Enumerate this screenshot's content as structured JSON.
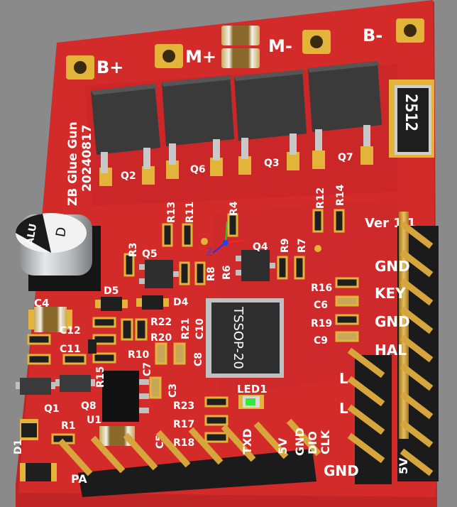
{
  "board": {
    "title": "ZB Glue Gun",
    "date": "20240817",
    "version": "Ver 1.1",
    "colors": {
      "background": "#8a8a8a",
      "pcb": "#d32a2a",
      "pcb_dark": "#b51f20",
      "pad_gold": "#e3b43a",
      "silkscreen": "#ffffff",
      "ic_body": "#2f2f2f",
      "header_black": "#1b1b1b",
      "pin_gold": "#d6a53b",
      "led_green": "#35e83a"
    }
  },
  "power_terminals": {
    "b_plus": "B+",
    "m_plus": "M+",
    "m_minus": "M-",
    "b_minus": "B-"
  },
  "mosfets": {
    "q2": "Q2",
    "q6": "Q6",
    "q3": "Q3",
    "q7": "Q7"
  },
  "shunt": {
    "label": "2512"
  },
  "capacitor": {
    "line1": "ALU",
    "line2": "D",
    "ref": "C4"
  },
  "main_ic": {
    "package": "TSSOP-20"
  },
  "led": {
    "ref": "LED1"
  },
  "axis": {
    "z_label": "Z"
  },
  "refs": {
    "r3": "R3",
    "r13": "R13",
    "r11": "R11",
    "r4": "R4",
    "r12": "R12",
    "r14": "R14",
    "q5": "Q5",
    "r8": "R8",
    "r6": "R6",
    "q4": "Q4",
    "r9": "R9",
    "r7": "R7",
    "d5": "D5",
    "d4": "D4",
    "r22": "R22",
    "r20": "R20",
    "r21": "R21",
    "c10": "C10",
    "c12": "C12",
    "r10": "R10",
    "c8": "C8",
    "c7": "C7",
    "c11": "C11",
    "c3": "C3",
    "r15": "R15",
    "q1": "Q1",
    "q8": "Q8",
    "u1": "U1",
    "r23": "R23",
    "r17": "R17",
    "r18": "R18",
    "r1": "R1",
    "c5": "C5",
    "d1": "D1",
    "r16": "R16",
    "c6": "C6",
    "r19": "R19",
    "c9": "C9"
  },
  "right_header_labels": {
    "gnd1": "GND",
    "key": "KEY",
    "gnd2": "GND",
    "hal": "HAL"
  },
  "inner_header_labels": {
    "l1": "L",
    "l2": "L"
  },
  "bottom_header_labels": {
    "txd": "TXD",
    "five_v": "5V",
    "gnd": "GND",
    "dio": "DIO",
    "clk": "CLK"
  },
  "corner_labels": {
    "gnd_bottom": "GND",
    "five_v_vert": "5V",
    "pa": "PA"
  }
}
